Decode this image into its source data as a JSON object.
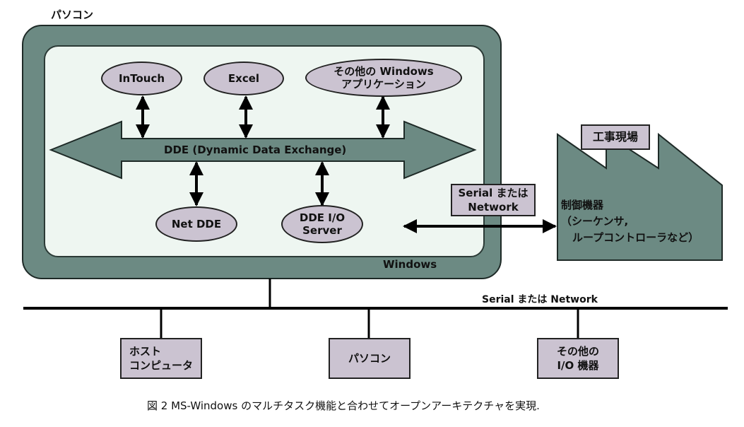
{
  "pc_label": "パソコン",
  "windows_label": "Windows",
  "dde_label": "DDE (Dynamic Data Exchange)",
  "apps": [
    {
      "lines": [
        "InTouch"
      ]
    },
    {
      "lines": [
        "Excel"
      ]
    },
    {
      "lines": [
        "その他の Windows",
        "アプリケーション"
      ]
    }
  ],
  "services": [
    {
      "lines": [
        "Net DDE"
      ]
    },
    {
      "lines": [
        "DDE I/O",
        "Server"
      ]
    }
  ],
  "serial_box": {
    "lines": [
      "Serial または",
      "Network"
    ]
  },
  "factory": {
    "label": "工事現場",
    "control_title": "制御機器",
    "control_lines": [
      "（シーケンサ,",
      "ループコントローラなど）"
    ]
  },
  "bus_label": "Serial または Network",
  "devices": [
    {
      "lines": [
        "ホスト",
        "コンピュータ"
      ]
    },
    {
      "lines": [
        "パソコン"
      ]
    },
    {
      "lines": [
        "その他の",
        "I/O 機器"
      ]
    }
  ],
  "caption": "図 2  MS-Windows のマルチタスク機能と合わせてオープンアーキテクチャを実現."
}
